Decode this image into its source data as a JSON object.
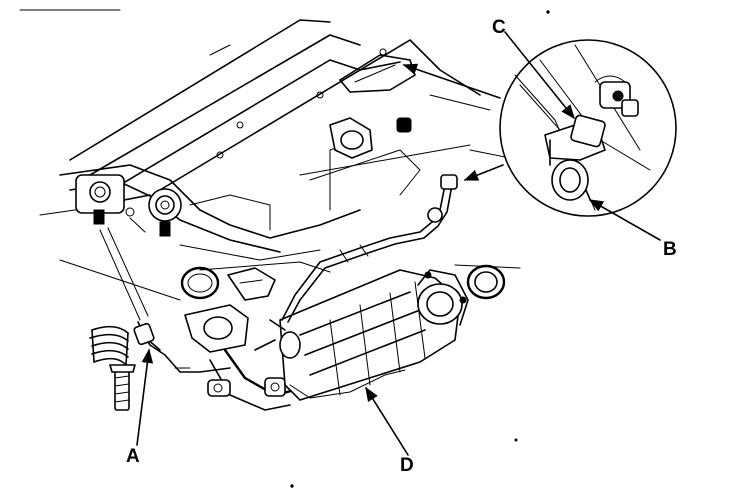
{
  "callouts": {
    "a": "A",
    "b": "B",
    "c": "C",
    "d": "D"
  },
  "colors": {
    "ink": "#000000",
    "paper": "#ffffff"
  }
}
